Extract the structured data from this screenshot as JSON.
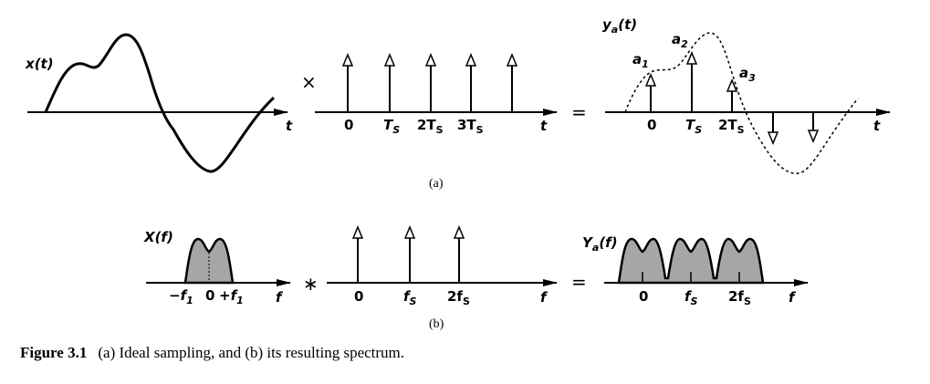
{
  "panel_a": {
    "x_label": "x",
    "x_arg": "(t)",
    "t_axis1": "t",
    "times_op": "×",
    "imp_labels": [
      "0",
      "T",
      "2T",
      "3T"
    ],
    "imp_sub": "S",
    "t_axis2": "t",
    "equals": "=",
    "ya_label": "y",
    "ya_sub": "a",
    "ya_arg": "(t)",
    "a_labels": [
      {
        "main": "a",
        "sub": "1"
      },
      {
        "main": "a",
        "sub": "2"
      },
      {
        "main": "a",
        "sub": "3"
      }
    ],
    "ya_ticks": [
      "0",
      "T",
      "2T"
    ],
    "ya_tick_sub": "S",
    "t_axis3": "t",
    "tag": "(a)"
  },
  "panel_b": {
    "X_label": "X",
    "X_arg": "(f)",
    "f_ticks": [
      "−f",
      "0",
      "+f"
    ],
    "f_tick_sub": "1",
    "f_axis1": "f",
    "conv_op": "∗",
    "imp_labels": [
      "0",
      "f",
      "2f"
    ],
    "imp_sub": "S",
    "f_axis2": "f",
    "equals": "=",
    "Ya_label": "Y",
    "Ya_sub": "a",
    "Ya_arg": "(f)",
    "Ya_ticks": [
      "0",
      "f",
      "2f"
    ],
    "Ya_tick_sub": "S",
    "f_axis3": "f",
    "tag": "(b)"
  },
  "caption": {
    "label": "Figure 3.1",
    "text": "(a) Ideal sampling, and (b) its resulting spectrum."
  },
  "colors": {
    "ink": "#000000",
    "spectrum_fill": "#a6a6a6"
  }
}
